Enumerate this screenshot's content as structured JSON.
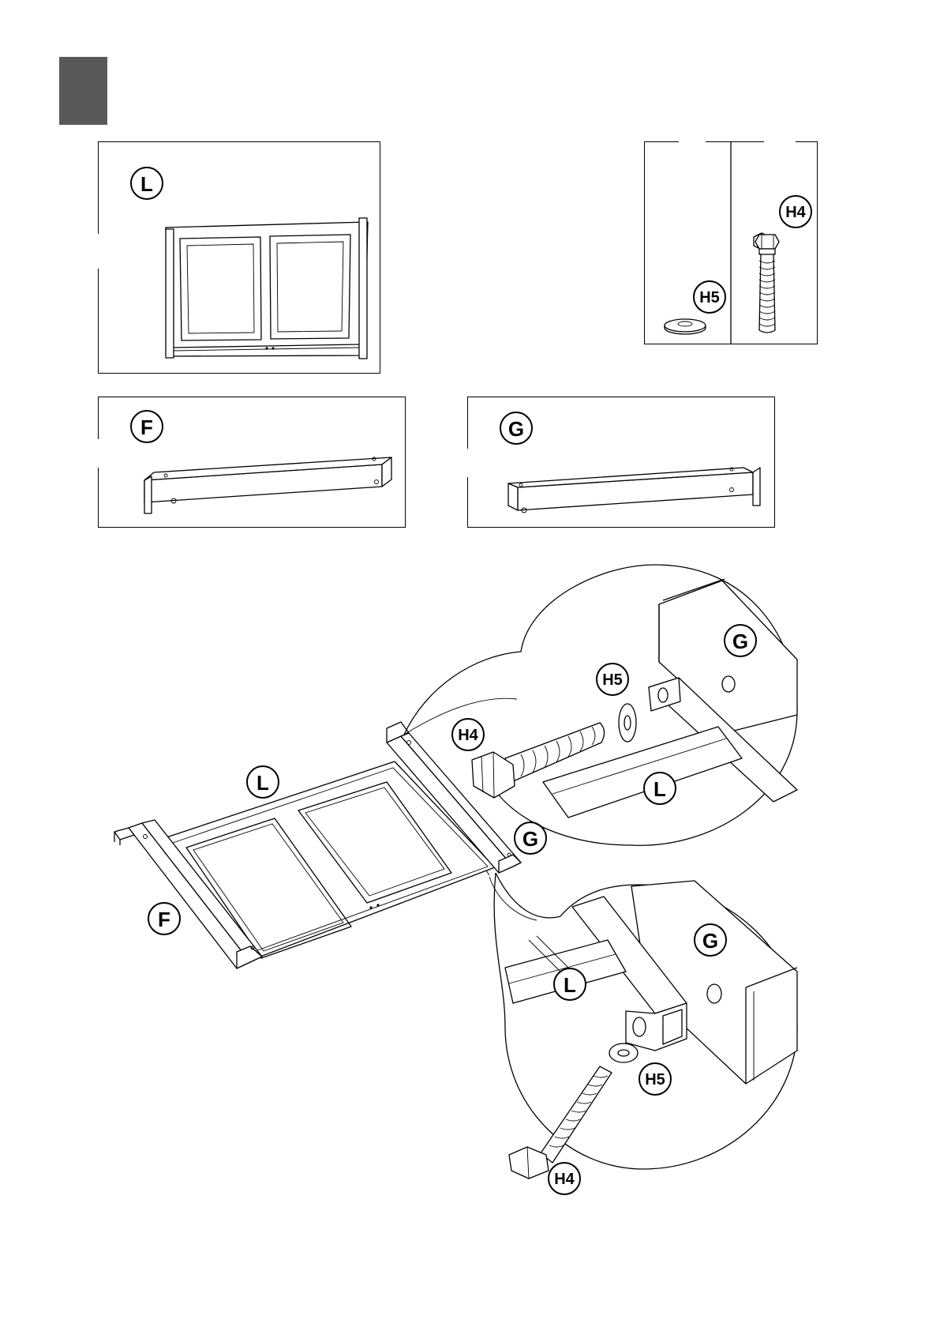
{
  "page": {
    "step_marker_color": "#595959",
    "line_color": "#000000"
  },
  "parts": {
    "headboard_label": "L",
    "bolt_label": "H4",
    "washer_label": "H5",
    "rail_f_label": "F",
    "rail_g_label": "G"
  },
  "assembly": {
    "labels": {
      "panel": "L",
      "rail_f": "F",
      "rail_g": "G"
    },
    "detail_top": {
      "rail": "G",
      "washer": "H5",
      "bolt": "H4",
      "panel": "L"
    },
    "detail_bottom": {
      "rail": "G",
      "panel": "L",
      "washer": "H5",
      "bolt": "H4"
    }
  }
}
